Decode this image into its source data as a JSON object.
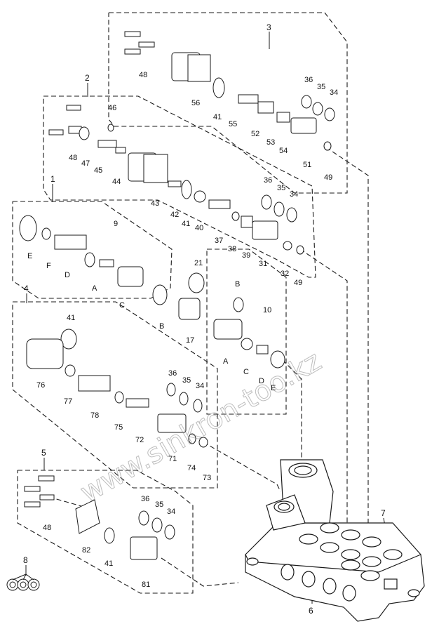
{
  "watermark": "www.sinkron-too.kz",
  "group_labels": [
    "3",
    "2",
    "1",
    "4",
    "5",
    "8",
    "7",
    "6"
  ],
  "part_labels": {
    "g3": [
      "48",
      "56",
      "41",
      "55",
      "52",
      "53",
      "54",
      "36",
      "35",
      "34",
      "51",
      "49"
    ],
    "g2": [
      "46",
      "48",
      "47",
      "45",
      "44",
      "43",
      "42",
      "41",
      "40",
      "37",
      "38",
      "39",
      "36",
      "35",
      "34",
      "31",
      "32",
      "49"
    ],
    "g1": [
      "9",
      "E",
      "F",
      "D",
      "A",
      "C",
      "B",
      "21",
      "17",
      "B",
      "10",
      "A",
      "C",
      "D",
      "E"
    ],
    "g4": [
      "41",
      "76",
      "77",
      "78",
      "75",
      "72",
      "36",
      "35",
      "34",
      "71",
      "74",
      "73"
    ],
    "g5": [
      "48",
      "82",
      "41",
      "36",
      "35",
      "34",
      "81"
    ]
  },
  "colors": {
    "line": "#1a1a1a",
    "background": "#ffffff",
    "watermark": "#888888"
  }
}
